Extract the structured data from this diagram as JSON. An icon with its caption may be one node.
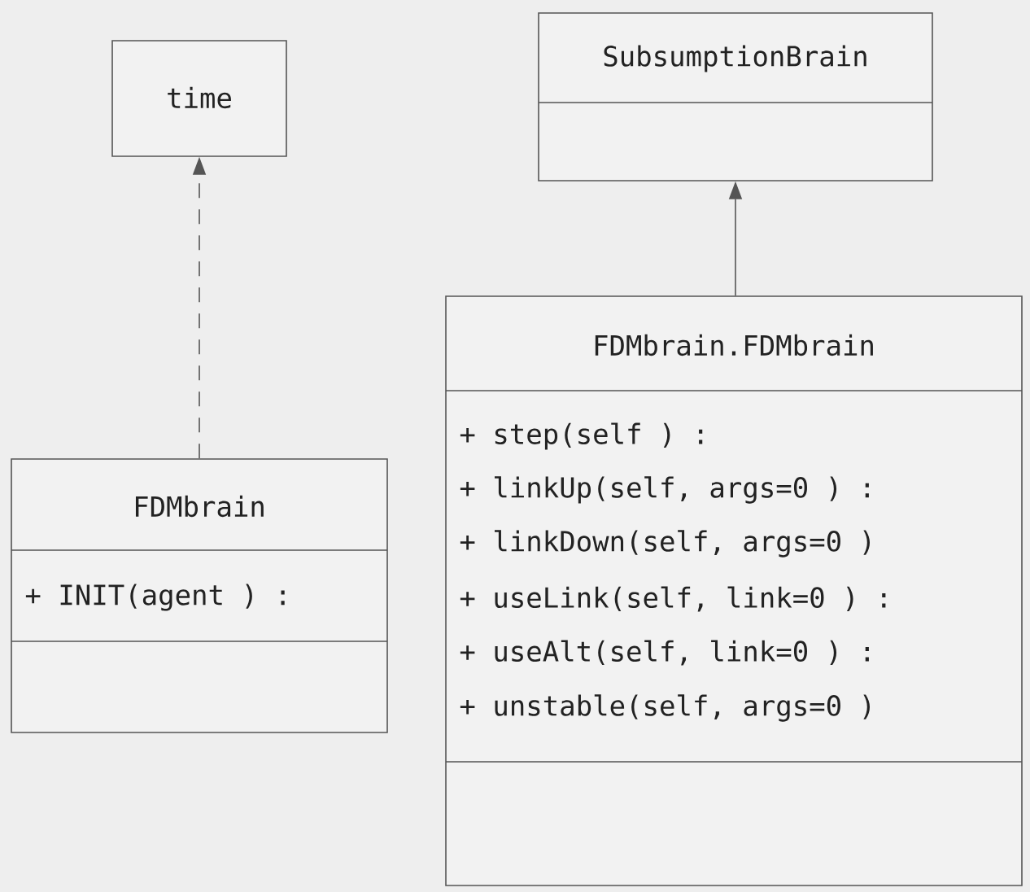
{
  "diagram": {
    "nodes": [
      {
        "text": [
          "time"
        ]
      },
      {
        "text": [
          "SubsumptionBrain"
        ]
      },
      {
        "text": [
          "FDMbrain.FDMbrain",
          "+ step(self ) :",
          "+ linkUp(self, args=0 ) :",
          "+ linkDown(self, args=0 )",
          "+ useLink(self, link=0 ) :",
          "+ useAlt(self, link=0 ) :",
          "+ unstable(self, args=0 )"
        ]
      },
      {
        "text": [
          "FDMbrain",
          "+ INIT(agent ) :"
        ]
      }
    ],
    "edges": [
      {
        "from": 3,
        "to": 0,
        "arrow": "to",
        "style": "dashed"
      },
      {
        "from": 2,
        "to": 1,
        "arrow": "to"
      }
    ]
  }
}
